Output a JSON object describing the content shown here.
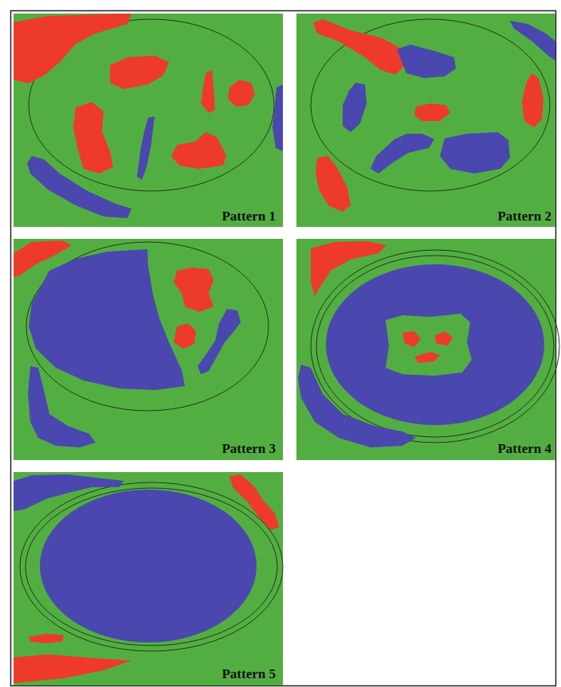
{
  "diagram": {
    "labels": [
      "Pattern 1",
      "Pattern 2",
      "Pattern 3",
      "Pattern 4",
      "Pattern 5"
    ]
  }
}
